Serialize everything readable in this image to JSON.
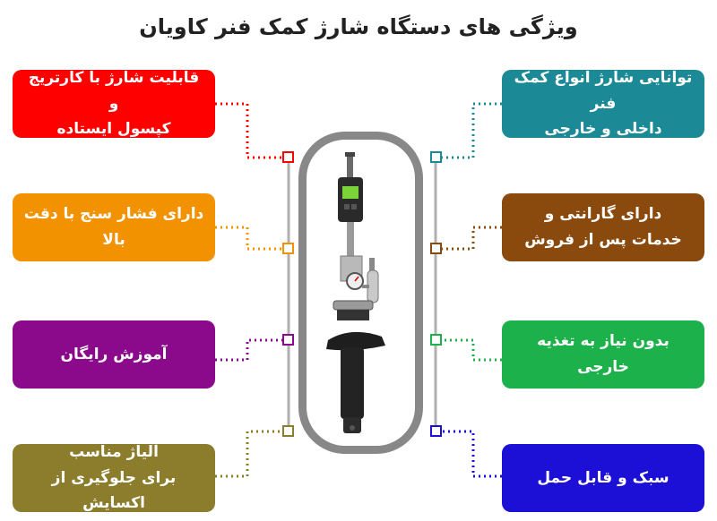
{
  "title": "ویژگی های دستگاه شارژ کمک فنر کاویان",
  "features_left": [
    {
      "text": "قابلیت شارژ با کارتریج و\nکپسول ایستاده",
      "color": "#ff0000"
    },
    {
      "text": "دارای فشار سنج با دقت بالا",
      "color": "#f39200"
    },
    {
      "text": "آموزش رایگان",
      "color": "#8b0a8b"
    },
    {
      "text": "آلیاژ مناسب\nبرای جلوگیری از اکسایش",
      "color": "#8b7d2b"
    }
  ],
  "features_right": [
    {
      "text": "توانایی شارژ انواع کمک فنر\nداخلی و خارجی",
      "color": "#1b8a96"
    },
    {
      "text": "دارای گارانتی و\nخدمات پس از فروش",
      "color": "#8a4a0d"
    },
    {
      "text": "بدون نیاز به تغذیه خارجی",
      "color": "#1db14b"
    },
    {
      "text": "سبک و قابل حمل",
      "color": "#1c0fd6"
    }
  ],
  "colors": {
    "frame": "#888888",
    "rail": "#b0b0b0"
  }
}
